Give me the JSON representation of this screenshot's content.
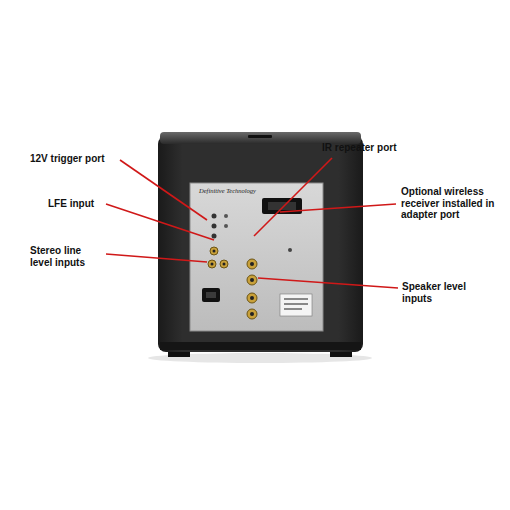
{
  "diagram": {
    "labels": [
      "IR repeater port",
      "12V trigger port",
      "Optional wireless receiver installed in adapter port",
      "Definitive Technology",
      "LFE input",
      "Stereo line level inputs",
      "Speaker level inputs"
    ]
  }
}
